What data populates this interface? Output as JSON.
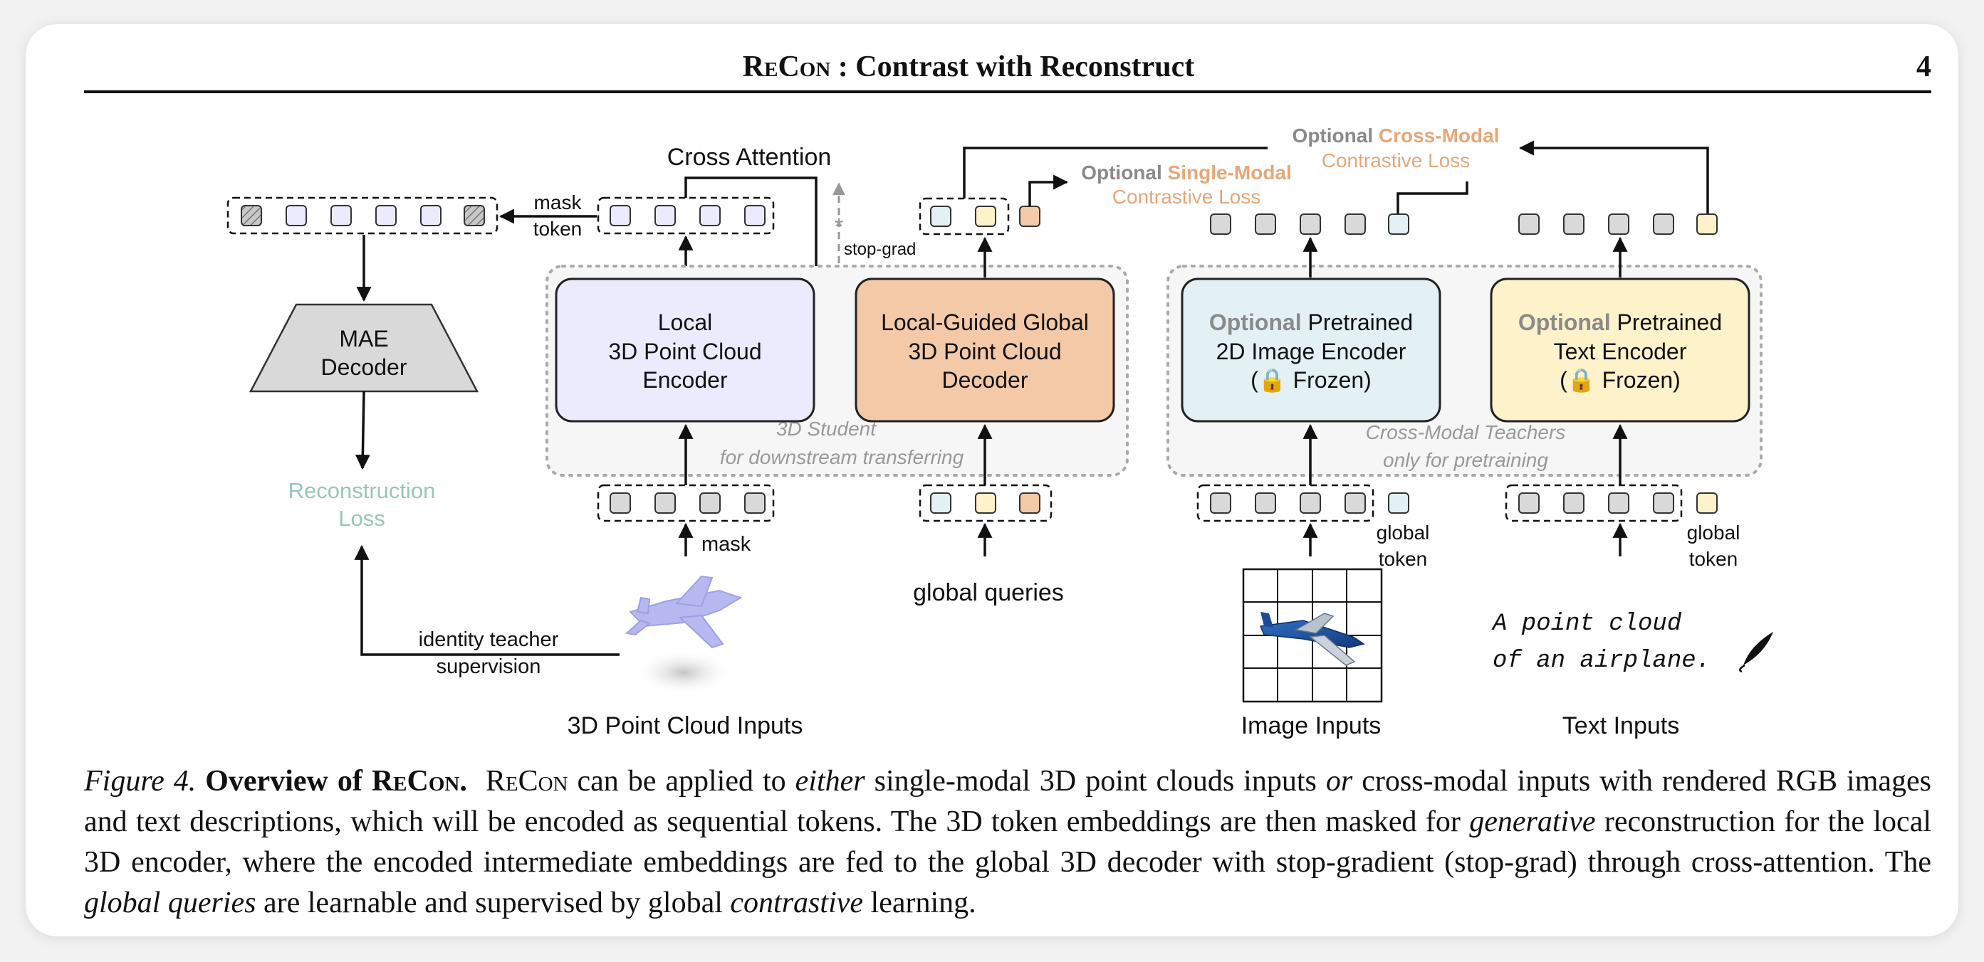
{
  "header": {
    "title_brand_1": "Re",
    "title_brand_2": "Con",
    "title_rest": " : Contrast with Reconstruct",
    "page_number": "4"
  },
  "figure": {
    "cross_attention": "Cross Attention",
    "mask_token_1": "mask",
    "mask_token_2": "token",
    "stop_grad": "stop-grad",
    "mae_decoder_1": "MAE",
    "mae_decoder_2": "Decoder",
    "reconstruction_loss_1": "Reconstruction",
    "reconstruction_loss_2": "Loss",
    "identity_1": "identity teacher",
    "identity_2": "supervision",
    "local_encoder_1": "Local",
    "local_encoder_2": "3D Point Cloud",
    "local_encoder_3": "Encoder",
    "global_decoder_1": "Local-Guided Global",
    "global_decoder_2": "3D Point Cloud",
    "global_decoder_3": "Decoder",
    "student_1": "3D Student",
    "student_2": "for downstream transferring",
    "single_modal_optional": "Optional",
    "single_modal_colored": "Single-Modal",
    "single_modal_loss": "Contrastive Loss",
    "cross_modal_optional": "Optional",
    "cross_modal_colored": "Cross-Modal",
    "cross_modal_loss": "Contrastive Loss",
    "image_enc_optional": "Optional",
    "image_enc_1": " Pretrained",
    "image_enc_2": "2D Image Encoder",
    "image_enc_3": " Frozen)",
    "text_enc_optional": "Optional",
    "text_enc_1": " Pretrained",
    "text_enc_2": "Text Encoder",
    "text_enc_3": " Frozen)",
    "teachers_1": "Cross-Modal Teachers",
    "teachers_2": "only for pretraining",
    "mask": "mask",
    "global_queries": "global queries",
    "global_token_1": "global",
    "global_token_2": "token",
    "point_cloud_inputs": "3D Point Cloud Inputs",
    "image_inputs": "Image Inputs",
    "text_inputs": "Text Inputs",
    "text_sample_1": "A point cloud",
    "text_sample_2": "of an airplane.",
    "colors": {
      "student_fill": "#ecebfd",
      "decoder_fill": "#f3c9a7",
      "image_enc_fill": "#e3f1f5",
      "text_enc_fill": "#fdf2c9",
      "recon_loss": "#96c8b6",
      "optional_gray": "#8a8a8a",
      "single_modal_color": "#e6a77a",
      "cross_modal_color": "#e6a77a"
    }
  },
  "caption": {
    "fig_label": "Figure 4.",
    "bold_1": "Overview of ",
    "bold_brand_1": "Re",
    "bold_brand_2": "Con",
    "bold_end": ".",
    "brand_1": "Re",
    "brand_2": "Con",
    "t1": " can be applied to ",
    "i1": "either",
    "t2": " single-modal 3D point clouds inputs ",
    "i2": "or",
    "t3": " cross-modal inputs with rendered RGB images and text descriptions, which will be encoded as sequential tokens. The 3D token embeddings are then masked for ",
    "i3": "generative",
    "t4": " reconstruction for the local 3D encoder, where the encoded intermediate embeddings are fed to the global 3D decoder with stop-gradient (stop-grad) through cross-attention. The ",
    "i4": "global queries",
    "t5": " are learnable and supervised by global ",
    "i5": "contrastive",
    "t6": " learning."
  }
}
